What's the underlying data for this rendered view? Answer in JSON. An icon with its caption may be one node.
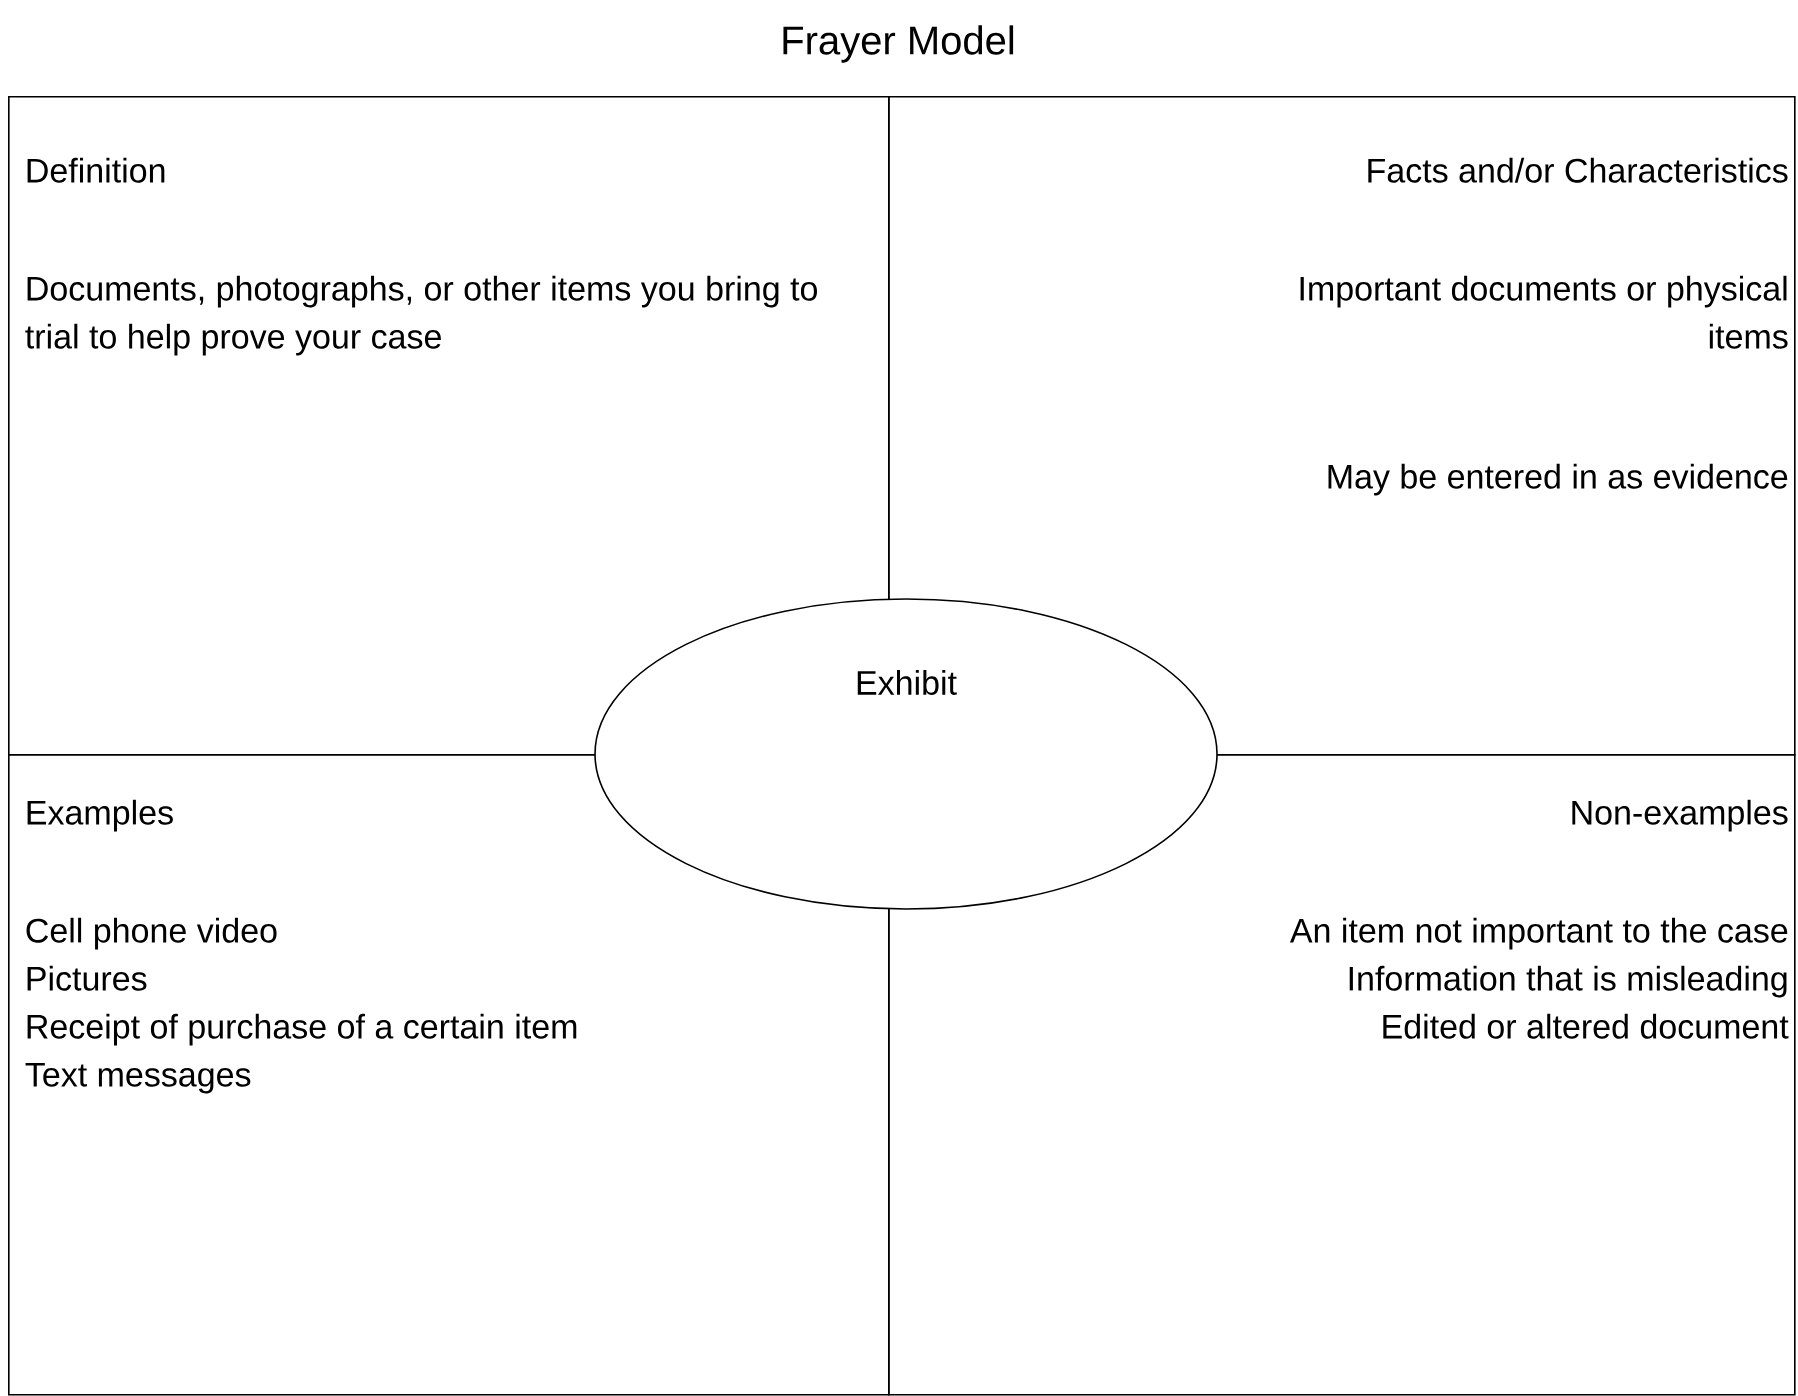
{
  "diagram": {
    "title": "Frayer Model",
    "nodes": [
      {
        "text": [
          "Definition",
          "Documents, photographs, or other items you bring to trial to help prove your case"
        ]
      },
      {
        "text": [
          "Facts and/or Characteristics",
          "Important documents or physical items",
          "May be entered in as evidence"
        ]
      },
      {
        "text": [
          "Examples",
          "Cell phone video",
          "Pictures",
          "Receipt of purchase of a certain item",
          "Text messages"
        ]
      },
      {
        "text": [
          "Non-examples",
          "An item not important to the case",
          "Information that is misleading",
          "Edited or altered document"
        ]
      },
      {
        "text": [
          "Exhibit"
        ]
      }
    ]
  }
}
